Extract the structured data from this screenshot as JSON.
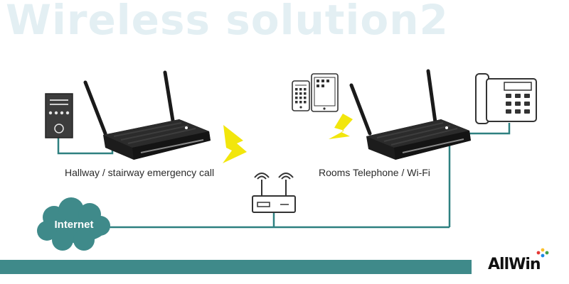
{
  "title": "Wireless solution2",
  "labels": {
    "left_router": "Hallway / stairway emergency call",
    "right_router": "Rooms Telephone / Wi-Fi",
    "internet": "Internet"
  },
  "logo": {
    "text": "AllWin"
  },
  "icons": {
    "intercom": "intercom-panel-icon",
    "router": "router-icon",
    "access_point": "wireless-access-point-icon",
    "lightning": "lightning-icon",
    "phone": "desk-phone-icon",
    "mobile": "smartphone-icon",
    "tablet": "tablet-icon",
    "cloud": "cloud-icon"
  },
  "colors": {
    "line": "#2e8080",
    "cloud": "#3f8a8a",
    "title": "#e3eff3",
    "lightning": "#f2e60c",
    "bar": "#3f8a8a"
  }
}
